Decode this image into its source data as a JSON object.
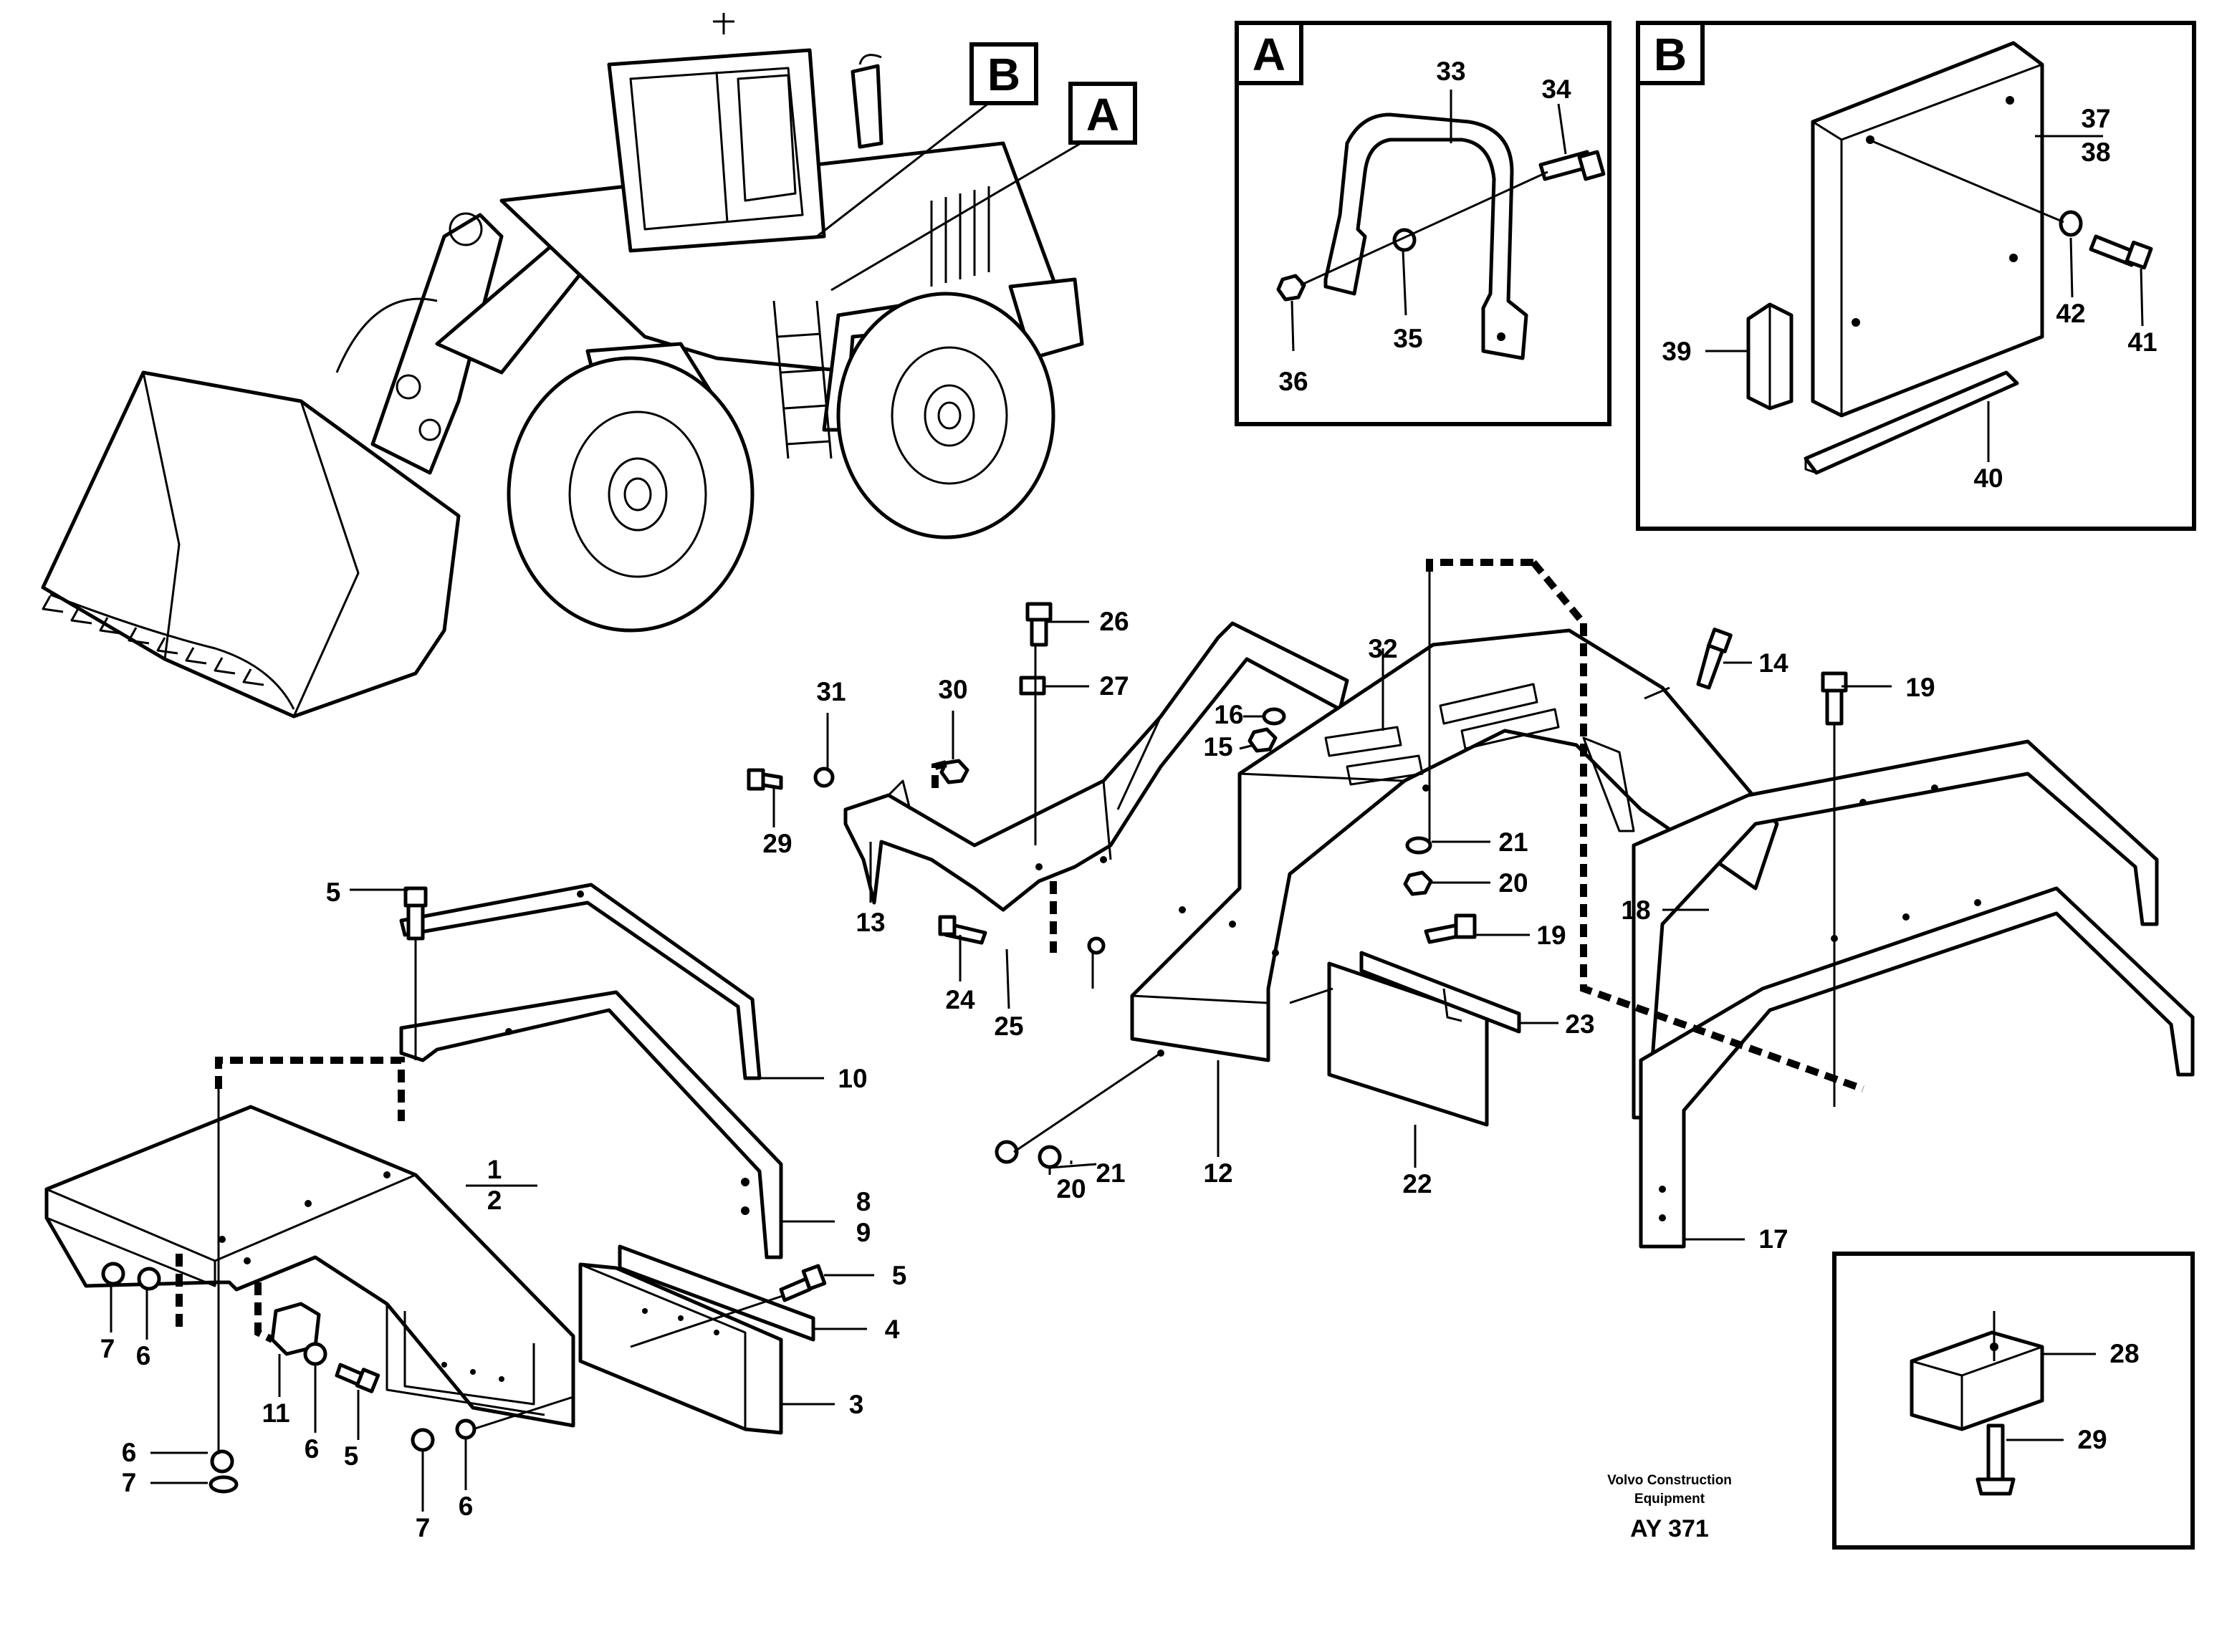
{
  "insets": {
    "a": {
      "letter": "A"
    },
    "b": {
      "letter": "B"
    }
  },
  "callouts": {
    "machine_a": "A",
    "machine_b": "B"
  },
  "labels": {
    "p1": "1",
    "p2": "2",
    "p3": "3",
    "p4": "4",
    "p5a": "5",
    "p5b": "5",
    "p5c": "5",
    "p6a": "6",
    "p6b": "6",
    "p6c": "6",
    "p7a": "7",
    "p7b": "7",
    "p7c": "7",
    "p8": "8",
    "p9": "9",
    "p10": "10",
    "p11": "11",
    "p12": "12",
    "p13": "13",
    "p14": "14",
    "p15": "15",
    "p16": "16",
    "p17": "17",
    "p18": "18",
    "p19a": "19",
    "p19b": "19",
    "p20a": "20",
    "p20b": "20",
    "p21a": "21",
    "p21b": "21",
    "p22": "22",
    "p23": "23",
    "p24": "24",
    "p25": "25",
    "p26": "26",
    "p27": "27",
    "p28": "28",
    "p29a": "29",
    "p29b": "29",
    "p30": "30",
    "p31": "31",
    "p32": "32",
    "p33": "33",
    "p34": "34",
    "p35": "35",
    "p36": "36",
    "p37": "37",
    "p38": "38",
    "p39": "39",
    "p40": "40",
    "p41": "41",
    "p42": "42"
  },
  "credit": {
    "line1": "Volvo Construction",
    "line2": "Equipment",
    "figure_id": "AY 371"
  }
}
